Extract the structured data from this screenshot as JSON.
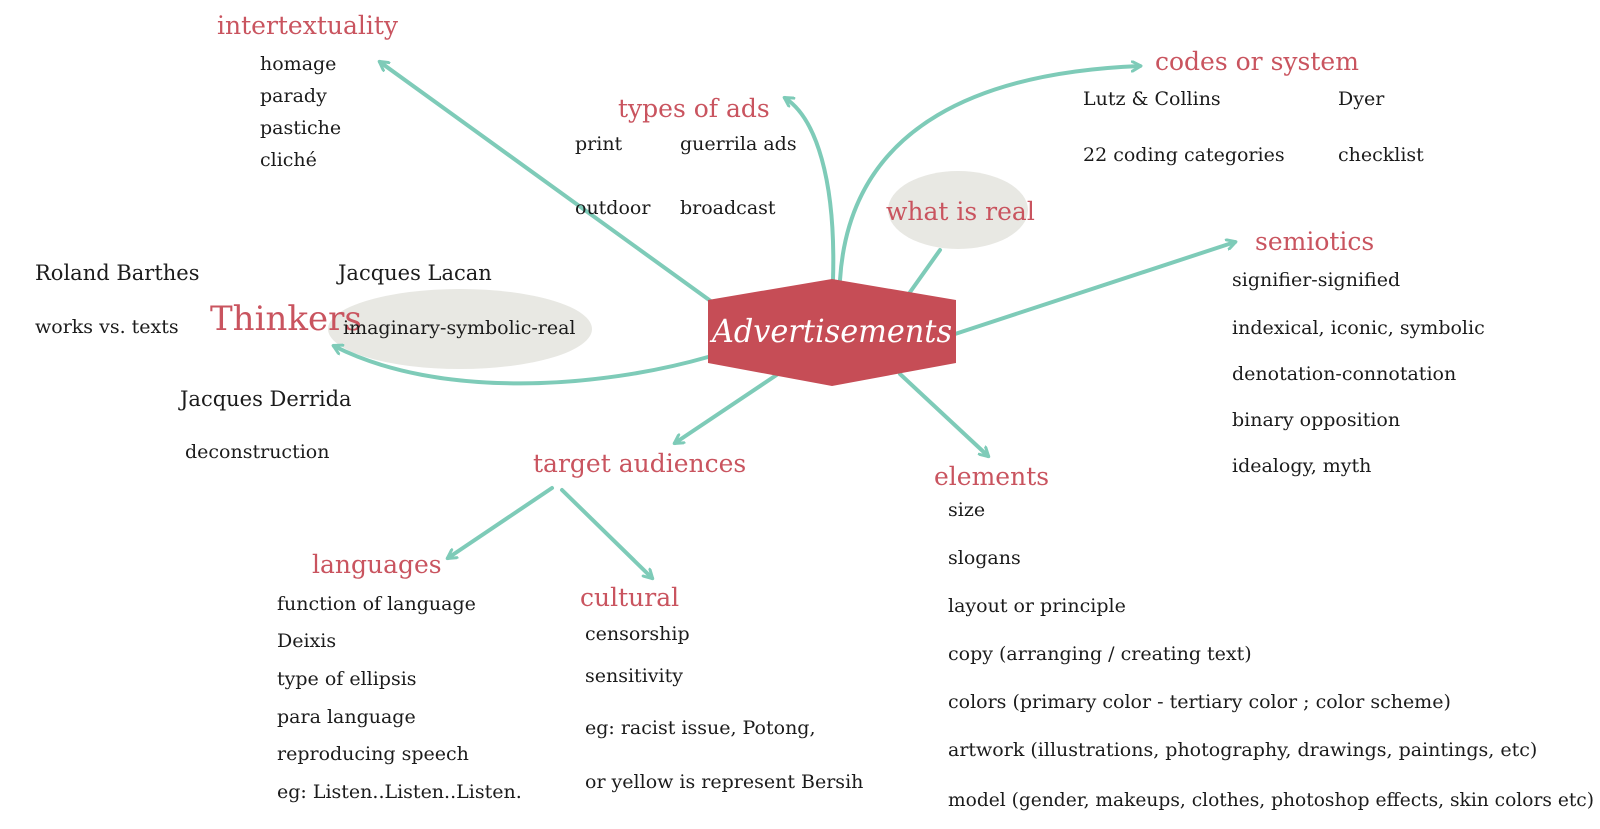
{
  "colors": {
    "accent": "#c9545f",
    "connector": "#7ecbb8",
    "bubble": "#e8e8e3",
    "center_fill": "#c64d56",
    "text": "#1b1b1b"
  },
  "center": {
    "label": "Advertisements"
  },
  "intertextuality": {
    "heading": "intertextuality",
    "items": [
      "homage",
      "parady",
      "pastiche",
      "cliché"
    ]
  },
  "types_of_ads": {
    "heading": "types of ads",
    "items": [
      "print",
      "guerrila ads",
      "outdoor",
      "broadcast"
    ]
  },
  "codes_or_system": {
    "heading": "codes or system",
    "items": [
      "Lutz & Collins",
      "Dyer",
      "22 coding categories",
      "checklist"
    ]
  },
  "what_is_real": {
    "heading": "what is real"
  },
  "semiotics": {
    "heading": "semiotics",
    "items": [
      "signifier-signified",
      "indexical, iconic, symbolic",
      "denotation-connotation",
      "binary opposition",
      "idealogy, myth"
    ]
  },
  "thinkers": {
    "heading": "Thinkers",
    "items": [
      "Roland Barthes",
      "works vs. texts",
      "Jacques Lacan",
      "imaginary-symbolic-real",
      "Jacques Derrida",
      "deconstruction"
    ]
  },
  "target_audiences": {
    "heading": "target audiences"
  },
  "languages": {
    "heading": "languages",
    "items": [
      "function of language",
      "Deixis",
      "type of ellipsis",
      "para language",
      "reproducing speech",
      "eg: Listen..Listen..Listen."
    ]
  },
  "cultural": {
    "heading": "cultural",
    "items": [
      "censorship",
      "sensitivity",
      "eg: racist issue, Potong,",
      "or yellow is represent Bersih"
    ]
  },
  "elements": {
    "heading": "elements",
    "items": [
      "size",
      "slogans",
      "layout or principle",
      "copy (arranging / creating text)",
      "colors (primary color - tertiary color ;  color scheme)",
      "artwork (illustrations, photography, drawings, paintings, etc)",
      "model (gender, makeups, clothes, photoshop effects, skin colors etc)"
    ]
  }
}
